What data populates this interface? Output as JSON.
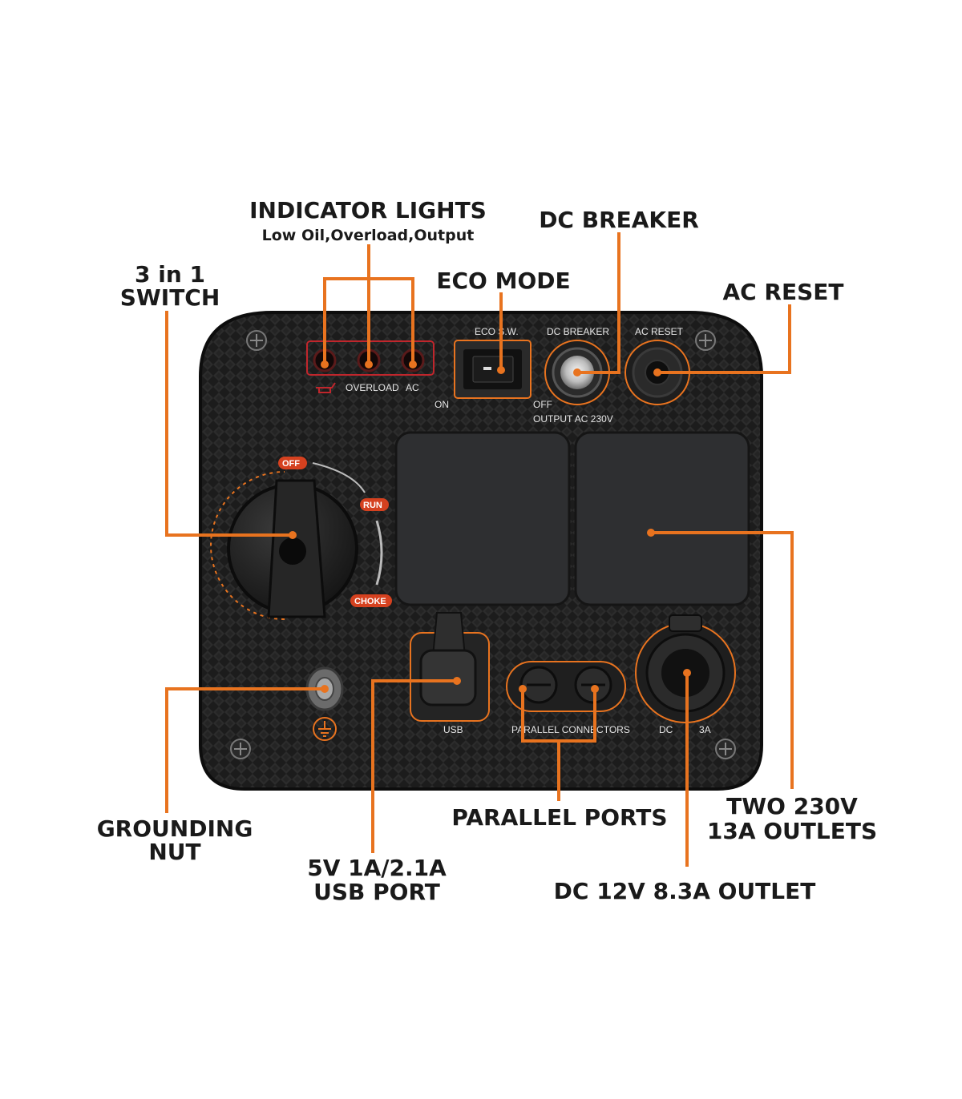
{
  "callouts": {
    "indicator_lights": "INDICATOR LIGHTS",
    "indicator_lights_sub": "Low Oil,Overload,Output",
    "dc_breaker": "DC BREAKER",
    "eco_mode": "ECO MODE",
    "ac_reset": "AC RESET",
    "switch_line1": "3 in 1",
    "switch_line2": "SWITCH",
    "grounding_line1": "GROUNDING",
    "grounding_line2": "NUT",
    "usb_line1": "5V 1A/2.1A",
    "usb_line2": "USB PORT",
    "parallel_ports": "PARALLEL PORTS",
    "dc_outlet": "DC 12V 8.3A OUTLET",
    "outlets_line1": "TWO 230V",
    "outlets_line2": "13A OUTLETS"
  },
  "panel_labels": {
    "overload": "OVERLOAD",
    "ac": "AC",
    "eco_sw": "ECO S.W.",
    "on": "ON",
    "off": "OFF",
    "dc_breaker": "DC BREAKER",
    "ac_reset": "AC RESET",
    "output": "OUTPUT  AC 230V",
    "usb": "USB",
    "parallel_connectors": "PARALLEL  CONNECTORS",
    "dc_label": "DC",
    "dc_rating": "3A",
    "knob_off": "OFF",
    "knob_run": "RUN",
    "knob_choke": "CHOKE"
  },
  "colors": {
    "accent": "#e8731f",
    "panel": "#1e1e1e",
    "indicator_red": "#c0262c"
  }
}
